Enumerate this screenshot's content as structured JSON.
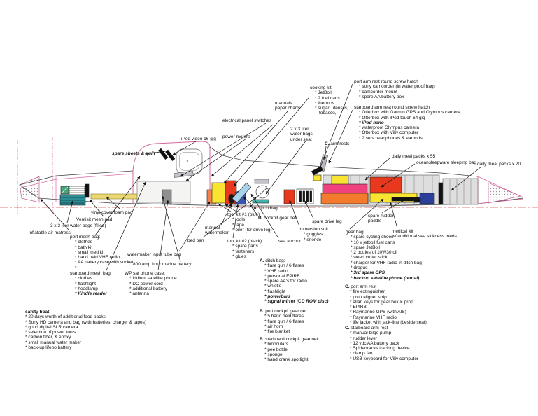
{
  "palette": {
    "hull_pink": "#d667a0",
    "waterline_red": "#d9534f",
    "box_yellow": "#f8e431",
    "box_red": "#e8391f",
    "box_orange": "#f47a2e",
    "box_magenta": "#f0417f",
    "box_blue": "#2c3f9b",
    "box_teal": "#2d8e96",
    "box_light_blue": "#a8d4ea",
    "compartment_gray": "#dedede",
    "mark_black": "#111111"
  },
  "labels": {
    "ipod_video": {
      "title": "iPod video 16 gig"
    },
    "spare_sheets_quilt": {
      "title": "spare sheets & quilt"
    },
    "electrical_panel_switches": {
      "title": "electrical panel switches"
    },
    "power_meters": {
      "title": "power meters"
    },
    "manuals_paper_charts": {
      "title": "manuals\npaper charts"
    },
    "cooking_kit": {
      "title": "cooking kit",
      "items": [
        "JetBoil",
        "2 fuel cans",
        "thermos",
        "sugar, utensils, tobasco,"
      ]
    },
    "water_bags_under_seat": {
      "title": "2 x 3 liter\nwater bags\nunder seat"
    },
    "arm_rests": {
      "prefix": "C.",
      "title": " arm rests"
    },
    "port_arm_rest_hatch": {
      "title": "port arm rest round screw hatch",
      "items": [
        "sony camcorder (in water proof bag)",
        "camcorder mount",
        "spare AA battery box"
      ]
    },
    "starboard_arm_rest_hatch": {
      "title": "starboard arm rest round screw hatch",
      "items": [
        "Otterbox with Garmin GPS and Olympus camera",
        "Otterbox with iPod touch 64 gig",
        {
          "t": "iPod nano",
          "em": true
        },
        "waterproof Olympus camera",
        "Otterbox with Viliv computer",
        "2 sets headphones & earbuds"
      ]
    },
    "daily_meal_packs_55": {
      "title": "daily meal packs x 55"
    },
    "oceansleepware_sleeping_bag": {
      "title": "oceansleepware sleeping bag"
    },
    "daily_meal_packs_20": {
      "title": "daily meal packs x 20"
    },
    "vinyl_cover_foam_pad": {
      "title": "vinyl cover foam pad"
    },
    "ventisit_mesh_pad": {
      "title": "Ventisit mesh pad"
    },
    "water_bags_filled": {
      "title": "3 x 3 liter water bags (filled)"
    },
    "inflatable_air_matress": {
      "title": "inflatable air matress"
    },
    "port_mesh_bag": {
      "title": "port mesh bag:",
      "items": [
        "clothes",
        "bath kit",
        "small med kit",
        "hand held VHF radio",
        "AA battery case with socket",
        ""
      ]
    },
    "starboard_mesh_bag": {
      "title": "starboard mesh bag:",
      "items": [
        "clothes",
        "flashlight",
        "headlamp",
        {
          "t": "Kindle reader",
          "em": true
        }
      ]
    },
    "wp_sat_phone_case": {
      "title": "WP sat phone case:",
      "items": [
        "Iridium satellite phone",
        "DC power cord",
        "additional battery",
        "antenna"
      ]
    },
    "watermaker_input_tube_bag": {
      "title": "watermaker input tube bag"
    },
    "marine_battery": {
      "title": "800 amp hour marine battery"
    },
    "bed_pan": {
      "title": "bed pan"
    },
    "manual_watermaker": {
      "title": "manual\nwatermaker"
    },
    "tool_kit_1": {
      "title": "tool kit #1 (blue)",
      "items": [
        "tools",
        "tape",
        "oiler (for drive leg)"
      ]
    },
    "tool_kit_2": {
      "title": "tool kit #2 (black)",
      "items": [
        "spare parts",
        "fasteners",
        "glues"
      ]
    },
    "ditch_bag_pointer": {
      "prefix": "A.",
      "title": " ditch bag"
    },
    "cockpit_gear_net_pointer": {
      "prefix": "B.",
      "title": " cockpit gear net"
    },
    "sea_anchor": {
      "title": "sea anchor"
    },
    "immersion_suit": {
      "title": "immersion suit",
      "items": [
        "goggles",
        "snorkle"
      ]
    },
    "spare_drive_leg": {
      "title": "spare drive leg"
    },
    "spare_rudder_paddle": {
      "title": "spare rudder\npaddle"
    },
    "gear_bag": {
      "title": "gear bag",
      "items": [
        "spare cycling shoes",
        "10 x jetboil fuel cans",
        "spare JetBoil",
        "2 bottles of 10W30 oil",
        "weed cutter stick",
        "charger for VHF radio in ditch bag",
        "drogue",
        {
          "t": "3rd spare GPS",
          "em": true
        },
        {
          "t": "backup satellite phone (rental)",
          "em": true
        }
      ]
    },
    "medical_kit": {
      "title": "medical kit\nw/ additional sea sickness meds"
    },
    "ditch_bag_list": {
      "prefix": "A.",
      "title": " ditch bag:",
      "items": [
        "flare gun / 6 flares",
        "VHF radio",
        "personal EPIRB",
        "spare AA's for radio",
        "whistle",
        "flashlight",
        {
          "t": "powerbars",
          "em": true
        },
        {
          "t": "signal mirror (CD ROM disc)",
          "em": true
        }
      ]
    },
    "port_cockpit_gear_net": {
      "prefix": "B.",
      "title": " port cockpit gear net:",
      "items": [
        "5 hand held flares",
        "flare gun / 6 flares",
        "air horn",
        "fire blanket"
      ]
    },
    "starboard_cockpit_gear_net": {
      "prefix": "B.",
      "title": " starboard cockpit gear net:",
      "items": [
        "binoculars",
        "pee bottle",
        "sponge",
        "hand crank spotlight"
      ]
    },
    "c_port_arm_rest": {
      "prefix": "C.",
      "title": " port arm rest",
      "items": [
        "fire extinguisher",
        "prop aligner strip",
        "allan keys for gear box & prop",
        "EPIRB",
        "Raymarine GPS (with AIS)",
        "Raymarine VHF radio",
        "life jacket with jack-line (beside seat)"
      ]
    },
    "c_starboard_arm_rest": {
      "prefix": "C.",
      "title": " starboard arm rest",
      "items": [
        "manual bilge pump",
        "rudder lever",
        "12 vdc AA battery pack",
        "Spidertracks tracking device",
        "clamp fan",
        "USB keyboard for Viliv computer"
      ]
    },
    "safety_boat": {
      "title": "safety boat:",
      "items": [
        "20 days worth of additional food packs",
        "Sony HD camera and bag (with batteries, charger & tapes)",
        "good digital SLR camera",
        "selection of power tools",
        "carbon fiber, & epoxy",
        "small manual water maker",
        "back-up lifepo battery"
      ]
    }
  }
}
